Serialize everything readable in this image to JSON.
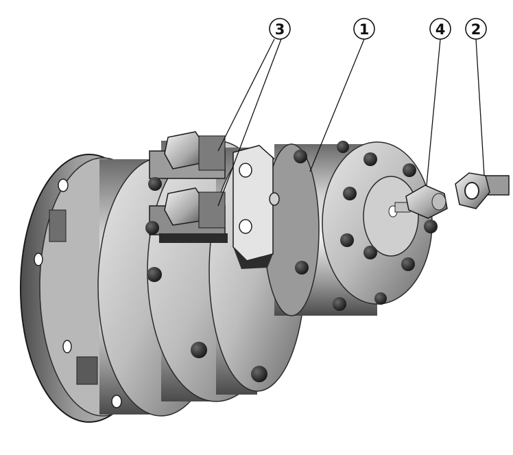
{
  "callouts": [
    {
      "id": "c3",
      "label": "3"
    },
    {
      "id": "c1",
      "label": "1"
    },
    {
      "id": "c4",
      "label": "4"
    },
    {
      "id": "c2",
      "label": "2"
    }
  ],
  "colors": {
    "background": "#ffffff",
    "metal_dark": "#3e3e3e",
    "metal_mid": "#8a8a8a",
    "metal_light": "#d8d8d8",
    "bolt": "#2a2a2a",
    "outline": "#111111"
  }
}
